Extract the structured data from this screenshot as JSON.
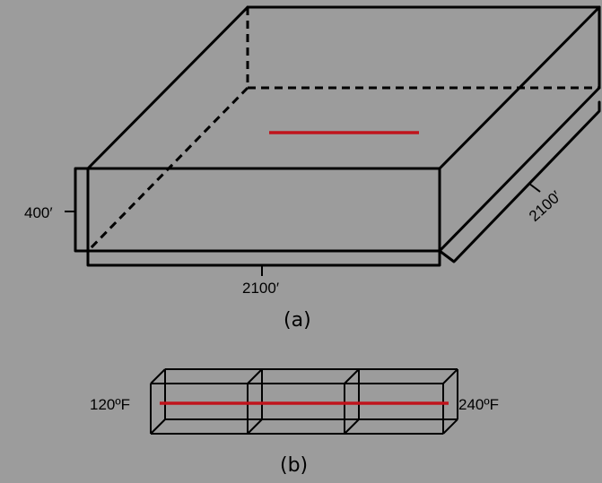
{
  "colors": {
    "background": "#9c9c9c",
    "line": "#000000",
    "red_line": "#c0141c"
  },
  "figure_a": {
    "height_label": "400′",
    "width_label": "2100′",
    "depth_label": "2100′",
    "caption": "(a)"
  },
  "figure_b": {
    "left_temp": "120ºF",
    "right_temp": "240ºF",
    "caption": "(b)"
  }
}
